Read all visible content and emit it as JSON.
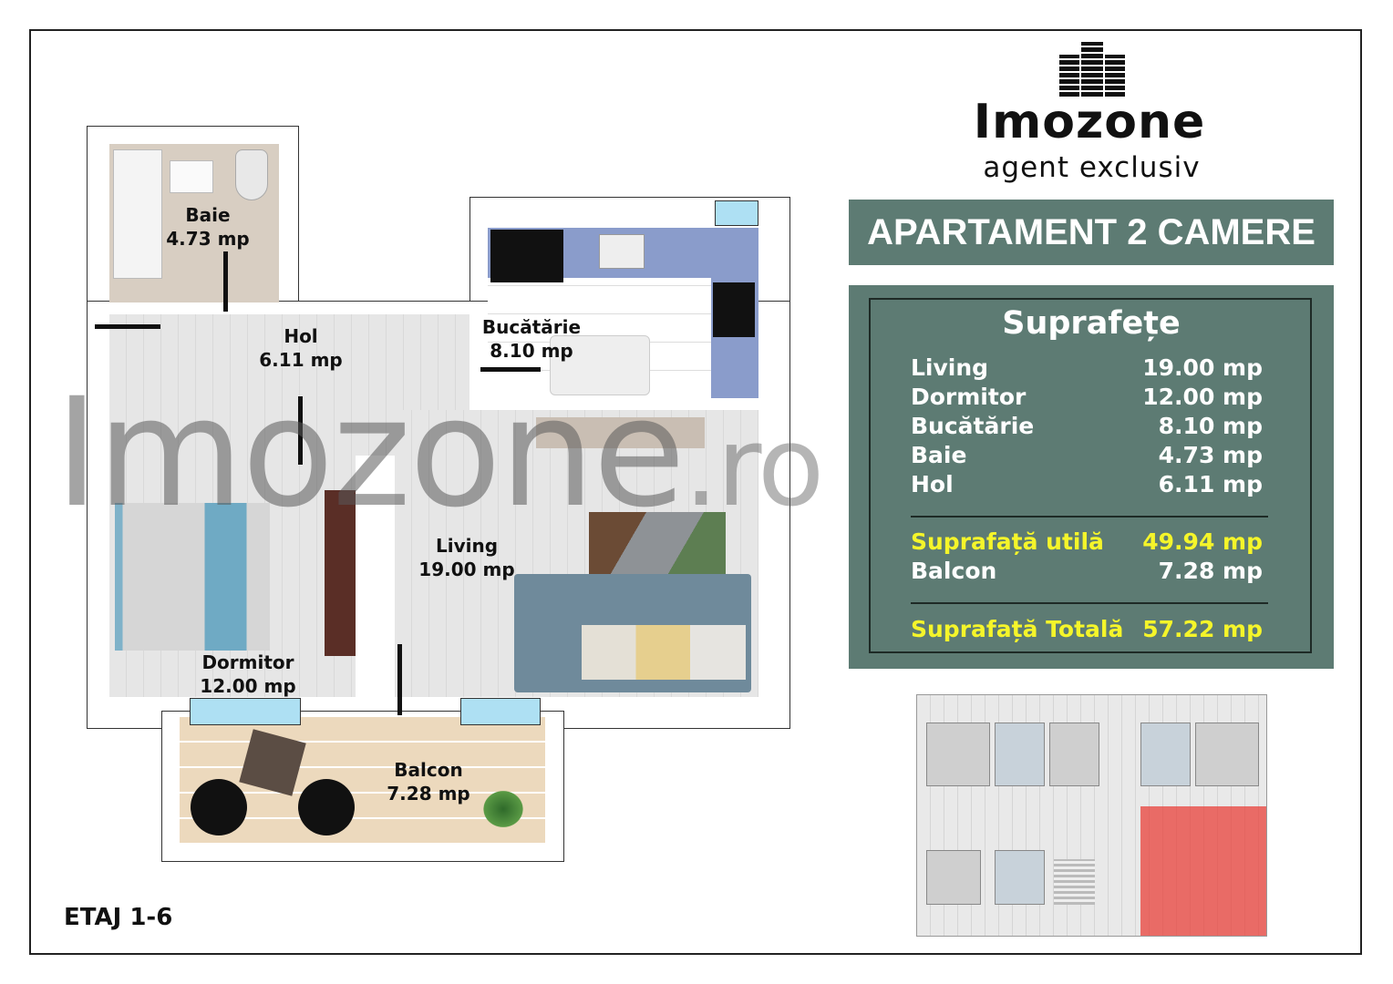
{
  "brand": {
    "name": "Imozone",
    "tagline": "agent exclusiv",
    "icon": "buildings-logo-icon"
  },
  "title": "APARTAMENT 2 CAMERE",
  "surfaces": {
    "heading": "Suprafețe",
    "rows": [
      {
        "label": "Living",
        "value": "19.00 mp"
      },
      {
        "label": "Dormitor",
        "value": "12.00 mp"
      },
      {
        "label": "Bucătărie",
        "value": "8.10 mp"
      },
      {
        "label": "Baie",
        "value": "4.73 mp"
      },
      {
        "label": "Hol",
        "value": "6.11 mp"
      }
    ],
    "useful": {
      "label": "Suprafață utilă",
      "value": "49.94 mp"
    },
    "balcony": {
      "label": "Balcon",
      "value": "7.28 mp"
    },
    "total": {
      "label": "Suprafață Totală",
      "value": "57.22 mp"
    }
  },
  "plan": {
    "rooms": [
      {
        "name": "Baie",
        "area": "4.73 mp"
      },
      {
        "name": "Hol",
        "area": "6.11 mp"
      },
      {
        "name": "Bucătărie",
        "area": "8.10 mp"
      },
      {
        "name": "Living",
        "area": "19.00 mp"
      },
      {
        "name": "Dormitor",
        "area": "12.00 mp"
      },
      {
        "name": "Balcon",
        "area": "7.28 mp"
      }
    ]
  },
  "floor": "ETAJ 1-6",
  "watermark": {
    "main": "Imozone",
    "suffix": ".ro"
  },
  "colors": {
    "panel": "#5d7b73",
    "highlight": "#f5f52a",
    "selected_unit": "#e8403a"
  }
}
